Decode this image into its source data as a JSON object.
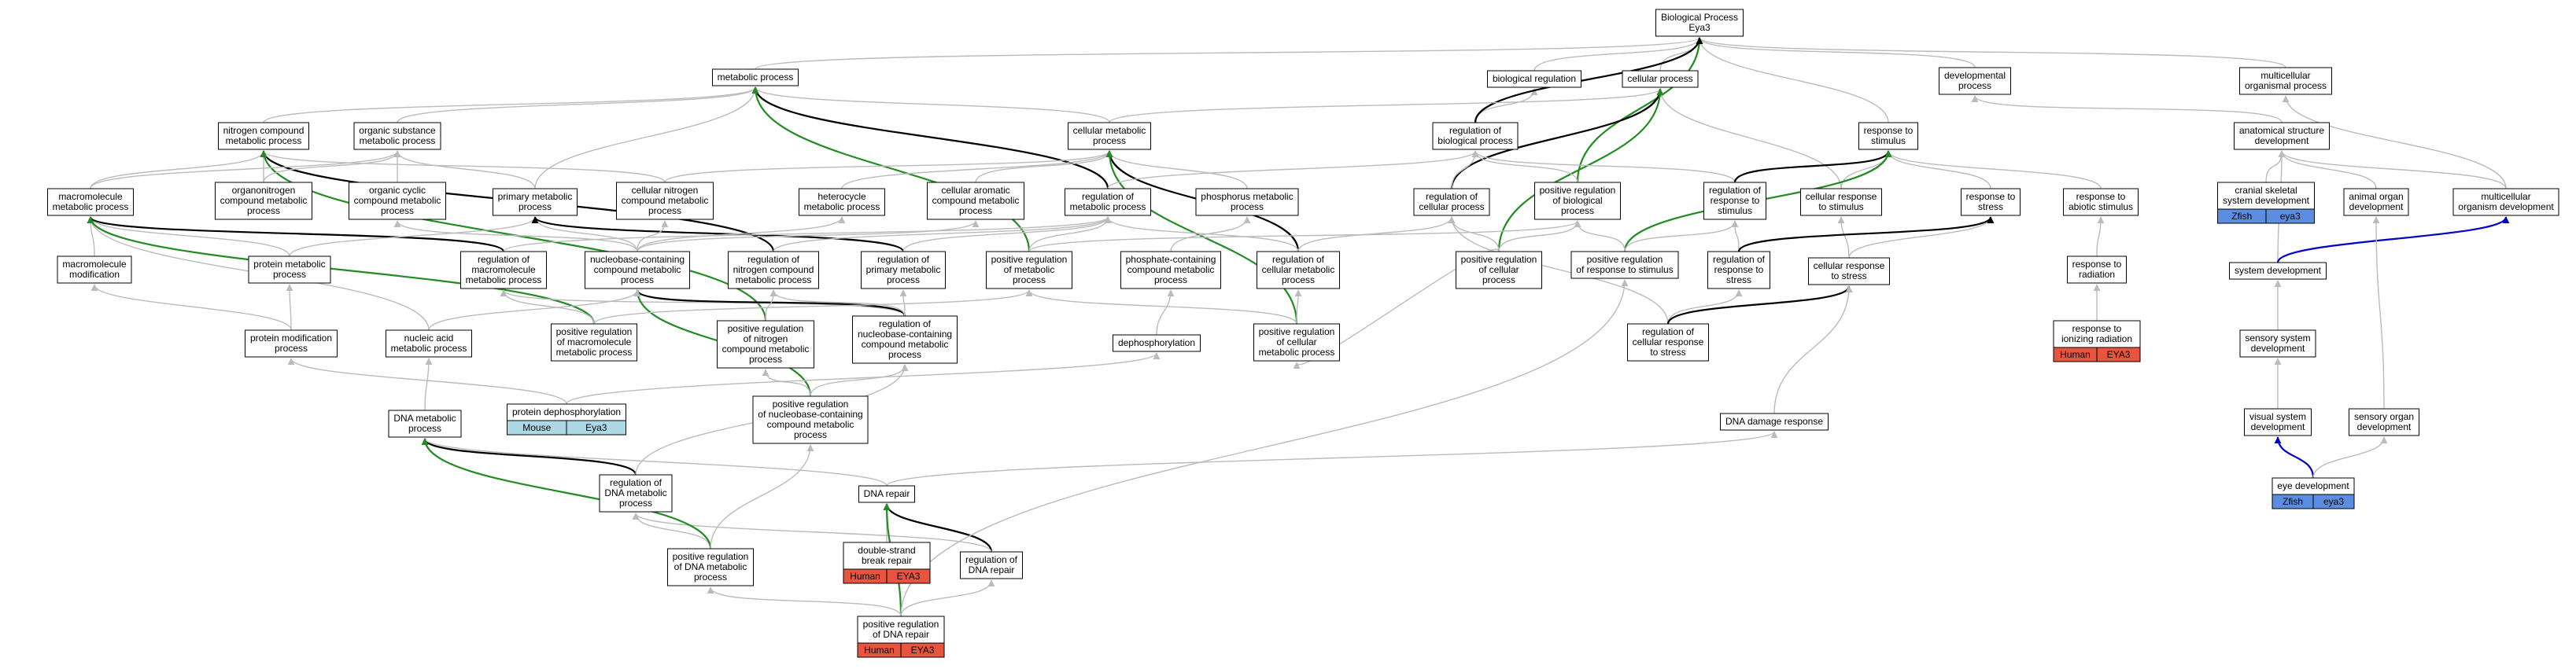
{
  "colors": {
    "human": "#E8553F",
    "zfish": "#5B8EE0",
    "mouse": "#ADD8E6",
    "grey": "#BBBBBB",
    "black": "#000000",
    "green": "#228B22",
    "blue": "#0000CC"
  },
  "nodes": [
    {
      "id": "bp",
      "lines": [
        "Biological Process",
        "Eya3"
      ]
    },
    {
      "id": "metab",
      "lines": [
        "metabolic process"
      ]
    },
    {
      "id": "bioreg",
      "lines": [
        "biological regulation"
      ]
    },
    {
      "id": "cellp",
      "lines": [
        "cellular process"
      ]
    },
    {
      "id": "devp",
      "lines": [
        "developmental",
        "process"
      ]
    },
    {
      "id": "mcop",
      "lines": [
        "multicellular",
        "organismal process"
      ]
    },
    {
      "id": "ncmp",
      "lines": [
        "nitrogen compound",
        "metabolic process"
      ]
    },
    {
      "id": "osmp",
      "lines": [
        "organic substance",
        "metabolic process"
      ]
    },
    {
      "id": "cmp",
      "lines": [
        "cellular metabolic",
        "process"
      ]
    },
    {
      "id": "regbp",
      "lines": [
        "regulation of",
        "biological process"
      ]
    },
    {
      "id": "rstim",
      "lines": [
        "response to",
        "stimulus"
      ]
    },
    {
      "id": "asd",
      "lines": [
        "anatomical structure",
        "development"
      ]
    },
    {
      "id": "mmp",
      "lines": [
        "macromolecule",
        "metabolic process"
      ]
    },
    {
      "id": "oncmp",
      "lines": [
        "organonitrogen",
        "compound metabolic",
        "process"
      ]
    },
    {
      "id": "occmp",
      "lines": [
        "organic cyclic",
        "compound metabolic",
        "process"
      ]
    },
    {
      "id": "pmp",
      "lines": [
        "primary metabolic",
        "process"
      ]
    },
    {
      "id": "cncmp",
      "lines": [
        "cellular nitrogen",
        "compound metabolic",
        "process"
      ]
    },
    {
      "id": "hmp",
      "lines": [
        "heterocycle",
        "metabolic process"
      ]
    },
    {
      "id": "cacmp",
      "lines": [
        "cellular aromatic",
        "compound metabolic",
        "process"
      ]
    },
    {
      "id": "regmp",
      "lines": [
        "regulation of",
        "metabolic process"
      ]
    },
    {
      "id": "phmp",
      "lines": [
        "phosphorus metabolic",
        "process"
      ]
    },
    {
      "id": "regcp",
      "lines": [
        "regulation of",
        "cellular process"
      ]
    },
    {
      "id": "pregbp",
      "lines": [
        "positive regulation",
        "of biological",
        "process"
      ]
    },
    {
      "id": "regrs",
      "lines": [
        "regulation of",
        "response to",
        "stimulus"
      ]
    },
    {
      "id": "crs",
      "lines": [
        "cellular response",
        "to stimulus"
      ]
    },
    {
      "id": "rstress",
      "lines": [
        "response to",
        "stress"
      ]
    },
    {
      "id": "ras",
      "lines": [
        "response to",
        "abiotic stimulus"
      ]
    },
    {
      "id": "cssd",
      "lines": [
        "cranial skeletal",
        "system development"
      ]
    },
    {
      "id": "aod",
      "lines": [
        "animal organ",
        "development"
      ]
    },
    {
      "id": "mod",
      "lines": [
        "multicellular",
        "organism development"
      ]
    },
    {
      "id": "mmod",
      "lines": [
        "macromolecule",
        "modification"
      ]
    },
    {
      "id": "protmp",
      "lines": [
        "protein metabolic",
        "process"
      ]
    },
    {
      "id": "regmmp",
      "lines": [
        "regulation of",
        "macromolecule",
        "metabolic process"
      ]
    },
    {
      "id": "nccmp",
      "lines": [
        "nucleobase-containing",
        "compound metabolic",
        "process"
      ]
    },
    {
      "id": "regncmp",
      "lines": [
        "regulation of",
        "nitrogen compound",
        "metabolic process"
      ]
    },
    {
      "id": "regpmp",
      "lines": [
        "regulation of",
        "primary metabolic",
        "process"
      ]
    },
    {
      "id": "pregmp",
      "lines": [
        "positive regulation",
        "of metabolic",
        "process"
      ]
    },
    {
      "id": "phccmp",
      "lines": [
        "phosphate-containing",
        "compound metabolic",
        "process"
      ]
    },
    {
      "id": "regcmp",
      "lines": [
        "regulation of",
        "cellular metabolic",
        "process"
      ]
    },
    {
      "id": "pregcp",
      "lines": [
        "positive regulation",
        "of cellular",
        "process"
      ]
    },
    {
      "id": "pregrs",
      "lines": [
        "positive regulation",
        "of response to stimulus"
      ]
    },
    {
      "id": "regrstress",
      "lines": [
        "regulation of",
        "response to",
        "stress"
      ]
    },
    {
      "id": "crstress",
      "lines": [
        "cellular response",
        "to stress"
      ]
    },
    {
      "id": "rrad",
      "lines": [
        "response to",
        "radiation"
      ]
    },
    {
      "id": "sysdev",
      "lines": [
        "system development"
      ]
    },
    {
      "id": "protmod",
      "lines": [
        "protein modification",
        "process"
      ]
    },
    {
      "id": "namp",
      "lines": [
        "nucleic acid",
        "metabolic process"
      ]
    },
    {
      "id": "pregmmp",
      "lines": [
        "positive regulation",
        "of macromolecule",
        "metabolic process"
      ]
    },
    {
      "id": "pregncmp",
      "lines": [
        "positive regulation",
        "of nitrogen",
        "compound metabolic",
        "process"
      ]
    },
    {
      "id": "regnccmp",
      "lines": [
        "regulation of",
        "nucleobase-containing",
        "compound metabolic",
        "process"
      ]
    },
    {
      "id": "dephos",
      "lines": [
        "dephosphorylation"
      ]
    },
    {
      "id": "pregcmp",
      "lines": [
        "positive regulation",
        "of cellular",
        "metabolic process"
      ]
    },
    {
      "id": "regcrs",
      "lines": [
        "regulation of",
        "cellular response",
        "to stress"
      ]
    },
    {
      "id": "rir",
      "lines": [
        "response to",
        "ionizing radiation"
      ]
    },
    {
      "id": "ssd",
      "lines": [
        "sensory system",
        "development"
      ]
    },
    {
      "id": "protdephos",
      "lines": [
        "protein dephosphorylation"
      ]
    },
    {
      "id": "dnamp",
      "lines": [
        "DNA metabolic",
        "process"
      ]
    },
    {
      "id": "pregnccmp",
      "lines": [
        "positive regulation",
        "of nucleobase-containing",
        "compound metabolic",
        "process"
      ]
    },
    {
      "id": "ddr",
      "lines": [
        "DNA damage response"
      ]
    },
    {
      "id": "vsd",
      "lines": [
        "visual system",
        "development"
      ]
    },
    {
      "id": "sod",
      "lines": [
        "sensory organ",
        "development"
      ]
    },
    {
      "id": "regdnamp",
      "lines": [
        "regulation of",
        "DNA metabolic",
        "process"
      ]
    },
    {
      "id": "dnarepair",
      "lines": [
        "DNA repair"
      ]
    },
    {
      "id": "eyedev",
      "lines": [
        "eye development"
      ]
    },
    {
      "id": "dsbr",
      "lines": [
        "double-strand",
        "break repair"
      ]
    },
    {
      "id": "regdnarep",
      "lines": [
        "regulation of",
        "DNA repair"
      ]
    },
    {
      "id": "pregdnamp",
      "lines": [
        "positive regulation",
        "of DNA metabolic",
        "process"
      ]
    },
    {
      "id": "pregdnarep",
      "lines": [
        "positive regulation",
        "of DNA repair"
      ]
    }
  ],
  "annotations": [
    {
      "node": "cssd",
      "species": "Zfish",
      "gene": "eya3",
      "color": "zfish"
    },
    {
      "node": "rir",
      "species": "Human",
      "gene": "EYA3",
      "color": "human"
    },
    {
      "node": "protdephos",
      "species": "Mouse",
      "gene": "Eya3",
      "color": "mouse"
    },
    {
      "node": "eyedev",
      "species": "Zfish",
      "gene": "eya3",
      "color": "zfish"
    },
    {
      "node": "dsbr",
      "species": "Human",
      "gene": "EYA3",
      "color": "human"
    },
    {
      "node": "pregdnarep",
      "species": "Human",
      "gene": "EYA3",
      "color": "human"
    }
  ],
  "edges": [
    [
      "metab",
      "bp",
      "grey"
    ],
    [
      "bioreg",
      "bp",
      "grey"
    ],
    [
      "cellp",
      "bp",
      "grey"
    ],
    [
      "devp",
      "bp",
      "grey"
    ],
    [
      "mcop",
      "bp",
      "grey"
    ],
    [
      "rstim",
      "bp",
      "grey"
    ],
    [
      "regbp",
      "bioreg",
      "grey"
    ],
    [
      "pregbp",
      "bp",
      "green"
    ],
    [
      "regcp",
      "cellp",
      "black"
    ],
    [
      "regbp",
      "bp",
      "black"
    ],
    [
      "ncmp",
      "metab",
      "grey"
    ],
    [
      "osmp",
      "metab",
      "grey"
    ],
    [
      "cmp",
      "metab",
      "grey"
    ],
    [
      "pmp",
      "metab",
      "grey"
    ],
    [
      "regmp",
      "metab",
      "black"
    ],
    [
      "pregmp",
      "metab",
      "green"
    ],
    [
      "cmp",
      "cellp",
      "grey"
    ],
    [
      "crs",
      "cellp",
      "grey"
    ],
    [
      "pregcp",
      "cellp",
      "green"
    ],
    [
      "asd",
      "devp",
      "grey"
    ],
    [
      "mod",
      "mcop",
      "grey"
    ],
    [
      "mmp",
      "ncmp",
      "grey"
    ],
    [
      "oncmp",
      "ncmp",
      "grey"
    ],
    [
      "cncmp",
      "ncmp",
      "grey"
    ],
    [
      "regncmp",
      "ncmp",
      "black"
    ],
    [
      "pregncmp",
      "ncmp",
      "green"
    ],
    [
      "mmp",
      "osmp",
      "grey"
    ],
    [
      "oncmp",
      "osmp",
      "grey"
    ],
    [
      "occmp",
      "osmp",
      "grey"
    ],
    [
      "pmp",
      "osmp",
      "grey"
    ],
    [
      "cncmp",
      "cmp",
      "grey"
    ],
    [
      "hmp",
      "cmp",
      "grey"
    ],
    [
      "cacmp",
      "cmp",
      "grey"
    ],
    [
      "phmp",
      "cmp",
      "grey"
    ],
    [
      "regcmp",
      "cmp",
      "black"
    ],
    [
      "pregcmp",
      "cmp",
      "green"
    ],
    [
      "regmp",
      "regbp",
      "grey"
    ],
    [
      "regcp",
      "regbp",
      "grey"
    ],
    [
      "pregbp",
      "regbp",
      "grey"
    ],
    [
      "regrs",
      "regbp",
      "grey"
    ],
    [
      "crs",
      "rstim",
      "grey"
    ],
    [
      "rstress",
      "rstim",
      "grey"
    ],
    [
      "ras",
      "rstim",
      "grey"
    ],
    [
      "regrs",
      "rstim",
      "black"
    ],
    [
      "pregrs",
      "rstim",
      "green"
    ],
    [
      "cssd",
      "asd",
      "grey"
    ],
    [
      "aod",
      "asd",
      "grey"
    ],
    [
      "mod",
      "asd",
      "grey"
    ],
    [
      "sysdev",
      "asd",
      "grey"
    ],
    [
      "mmod",
      "mmp",
      "grey"
    ],
    [
      "protmp",
      "mmp",
      "grey"
    ],
    [
      "namp",
      "mmp",
      "grey"
    ],
    [
      "regmmp",
      "mmp",
      "black"
    ],
    [
      "pregmmp",
      "mmp",
      "green"
    ],
    [
      "protmp",
      "pmp",
      "grey"
    ],
    [
      "nccmp",
      "pmp",
      "grey"
    ],
    [
      "regpmp",
      "pmp",
      "black"
    ],
    [
      "nccmp",
      "occmp",
      "grey"
    ],
    [
      "nccmp",
      "hmp",
      "grey"
    ],
    [
      "nccmp",
      "cacmp",
      "grey"
    ],
    [
      "nccmp",
      "cncmp",
      "grey"
    ],
    [
      "regmmp",
      "regmp",
      "grey"
    ],
    [
      "regncmp",
      "regmp",
      "grey"
    ],
    [
      "regpmp",
      "regmp",
      "grey"
    ],
    [
      "pregmp",
      "regmp",
      "grey"
    ],
    [
      "regcmp",
      "regmp",
      "grey"
    ],
    [
      "phccmp",
      "phmp",
      "grey"
    ],
    [
      "regcmp",
      "regcp",
      "grey"
    ],
    [
      "pregcp",
      "regcp",
      "grey"
    ],
    [
      "regcrs",
      "regcp",
      "grey"
    ],
    [
      "pregcp",
      "pregbp",
      "grey"
    ],
    [
      "pregrs",
      "pregbp",
      "grey"
    ],
    [
      "pregmp",
      "pregbp",
      "grey"
    ],
    [
      "regrstress",
      "regrs",
      "grey"
    ],
    [
      "pregrs",
      "regrs",
      "grey"
    ],
    [
      "crstress",
      "crs",
      "grey"
    ],
    [
      "crstress",
      "rstress",
      "grey"
    ],
    [
      "regrstress",
      "rstress",
      "black"
    ],
    [
      "rrad",
      "ras",
      "grey"
    ],
    [
      "sysdev",
      "mod",
      "blue"
    ],
    [
      "protmod",
      "mmod",
      "grey"
    ],
    [
      "protmod",
      "protmp",
      "grey"
    ],
    [
      "pregmmp",
      "regmmp",
      "grey"
    ],
    [
      "regnccmp",
      "regmmp",
      "grey"
    ],
    [
      "regnccmp",
      "nccmp",
      "black"
    ],
    [
      "pregnccmp",
      "nccmp",
      "green"
    ],
    [
      "namp",
      "nccmp",
      "grey"
    ],
    [
      "pregncmp",
      "regncmp",
      "grey"
    ],
    [
      "regnccmp",
      "regncmp",
      "grey"
    ],
    [
      "regnccmp",
      "regpmp",
      "grey"
    ],
    [
      "pregmmp",
      "pregmp",
      "grey"
    ],
    [
      "dephos",
      "phccmp",
      "grey"
    ],
    [
      "pregcmp",
      "regcmp",
      "grey"
    ],
    [
      "regcrs",
      "regrstress",
      "grey"
    ],
    [
      "regcrs",
      "crstress",
      "black"
    ],
    [
      "ddr",
      "crstress",
      "grey"
    ],
    [
      "rir",
      "rrad",
      "grey"
    ],
    [
      "ssd",
      "sysdev",
      "grey"
    ],
    [
      "protdephos",
      "protmod",
      "grey"
    ],
    [
      "protdephos",
      "dephos",
      "grey"
    ],
    [
      "dnamp",
      "namp",
      "grey"
    ],
    [
      "pregnccmp",
      "regnccmp",
      "grey"
    ],
    [
      "pregnccmp",
      "pregncmp",
      "grey"
    ],
    [
      "vsd",
      "ssd",
      "grey"
    ],
    [
      "sod",
      "aod",
      "grey"
    ],
    [
      "regdnamp",
      "dnamp",
      "black"
    ],
    [
      "regdnamp",
      "regnccmp",
      "grey"
    ],
    [
      "dnarepair",
      "ddr",
      "grey"
    ],
    [
      "dnarepair",
      "dnamp",
      "grey"
    ],
    [
      "eyedev",
      "vsd",
      "blue"
    ],
    [
      "eyedev",
      "sod",
      "grey"
    ],
    [
      "dsbr",
      "dnarepair",
      "grey"
    ],
    [
      "regdnarep",
      "dnarepair",
      "black"
    ],
    [
      "regdnarep",
      "regdnamp",
      "grey"
    ],
    [
      "pregdnamp",
      "regdnamp",
      "grey"
    ],
    [
      "pregdnamp",
      "dnamp",
      "green"
    ],
    [
      "pregdnamp",
      "pregnccmp",
      "grey"
    ],
    [
      "pregdnarep",
      "regdnarep",
      "grey"
    ],
    [
      "pregdnarep",
      "dnarepair",
      "green"
    ],
    [
      "pregdnarep",
      "pregdnamp",
      "grey"
    ],
    [
      "pregdnarep",
      "pregrs",
      "grey"
    ],
    [
      "pregcmp",
      "pregmp",
      "grey"
    ],
    [
      "pregcp",
      "pregcmp",
      "grey"
    ]
  ]
}
